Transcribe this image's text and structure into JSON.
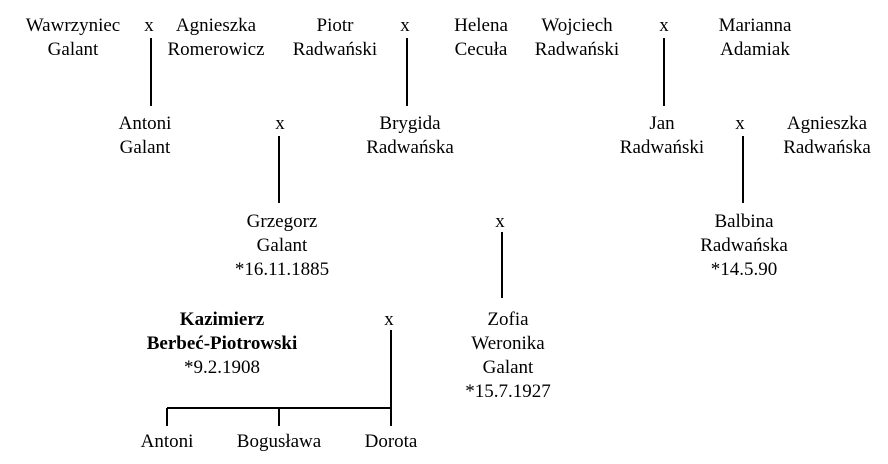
{
  "marriage_symbol": "x",
  "people": {
    "wawrzyniec": {
      "first": "Wawrzyniec",
      "last": "Galant"
    },
    "agnieszka_r": {
      "first": "Agnieszka",
      "last": "Romerowicz"
    },
    "piotr": {
      "first": "Piotr",
      "last": "Radwański"
    },
    "helena": {
      "first": "Helena",
      "last": "Cecuła"
    },
    "wojciech": {
      "first": "Wojciech",
      "last": "Radwański"
    },
    "marianna": {
      "first": "Marianna",
      "last": "Adamiak"
    },
    "antoni_g": {
      "first": "Antoni",
      "last": "Galant"
    },
    "brygida": {
      "first": "Brygida",
      "last": "Radwańska"
    },
    "jan": {
      "first": "Jan",
      "last": "Radwański"
    },
    "agnieszka_rad": {
      "first": "Agnieszka",
      "last": "Radwańska"
    },
    "grzegorz": {
      "first": "Grzegorz",
      "last": "Galant",
      "birth": "*16.11.1885"
    },
    "balbina": {
      "first": "Balbina",
      "last": "Radwańska",
      "birth": "*14.5.90"
    },
    "kazimierz": {
      "first": "Kazimierz",
      "last": "Berbeć-Piotrowski",
      "birth": "*9.2.1908"
    },
    "zofia": {
      "first": "Zofia",
      "middle": "Weronika",
      "last": "Galant",
      "birth": "*15.7.1927"
    },
    "antoni_c": {
      "first": "Antoni"
    },
    "boguslawa": {
      "first": "Bogusława"
    },
    "dorota": {
      "first": "Dorota"
    }
  },
  "line_color": "#000000"
}
